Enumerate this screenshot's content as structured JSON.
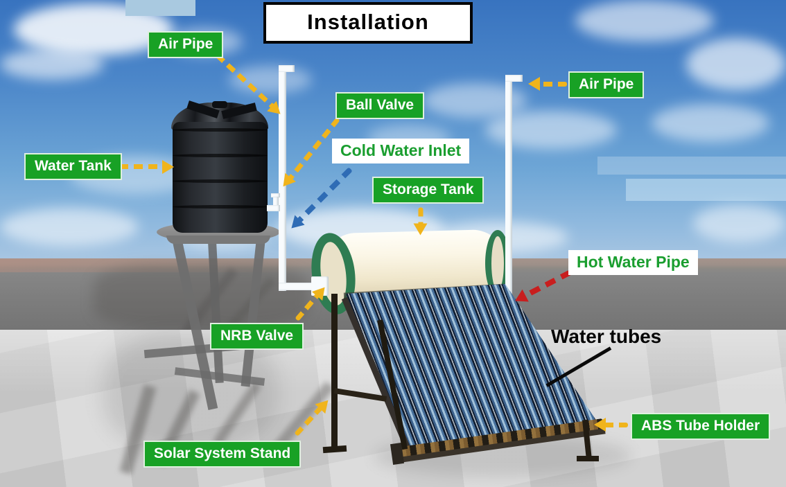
{
  "title": "Installation",
  "labels": {
    "air_pipe_left": "Air Pipe",
    "air_pipe_right": "Air Pipe",
    "ball_valve": "Ball Valve",
    "cold_water_inlet": "Cold Water Inlet",
    "water_tank": "Water Tank",
    "storage_tank": "Storage Tank",
    "hot_water_pipe": "Hot Water Pipe",
    "nrb_valve": "NRB Valve",
    "water_tubes": "Water tubes",
    "abs_tube_holder": "ABS Tube Holder",
    "solar_system_stand": "Solar System Stand"
  },
  "colors": {
    "label_green_bg": "#18a125",
    "label_white_bg": "#ffffff",
    "label_green_text": "#1a9e2f",
    "label_text_white": "#ffffff",
    "title_text": "#000000",
    "arrow_yellow": "#f0b41c",
    "arrow_blue": "#2f6cb5",
    "arrow_red": "#c81e1e",
    "annotation_black": "#0a0a0a"
  }
}
